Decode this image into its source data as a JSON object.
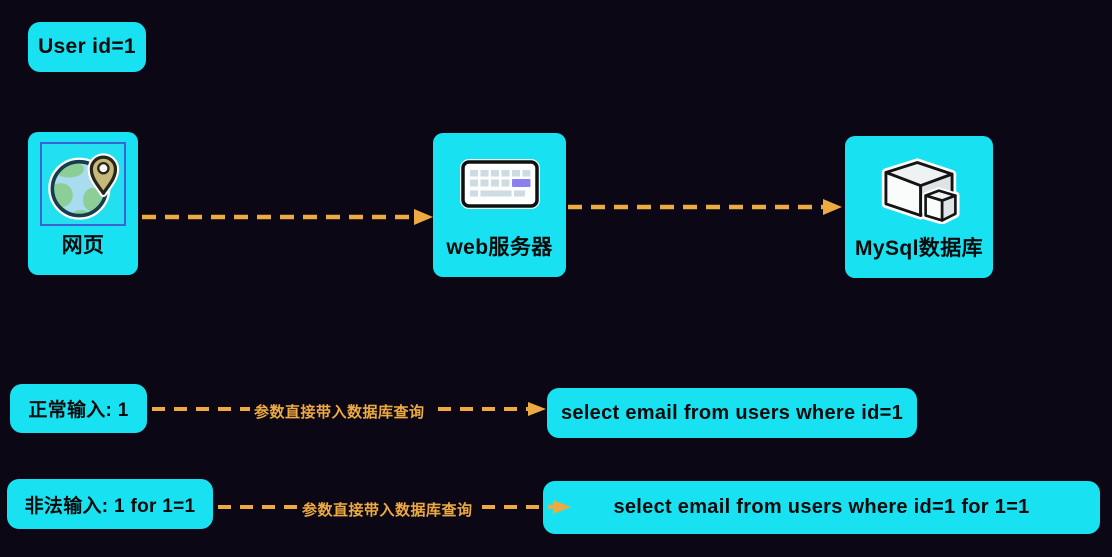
{
  "colors": {
    "background": "#0c0714",
    "accent_cyan": "#18e2f2",
    "arrow_orange": "#edaa42",
    "text_dark": "#0b0b0b",
    "icon_frame_blue": "#3c63d6",
    "keyboard_key_purple": "#8b80f0"
  },
  "user_input_badge": {
    "text": "User id=1"
  },
  "nodes": [
    {
      "id": "webpage",
      "label": "网页",
      "icon": "globe-pin-icon"
    },
    {
      "id": "web-server",
      "label": "web服务器",
      "icon": "keyboard-icon"
    },
    {
      "id": "mysql-db",
      "label": "MySql数据库",
      "icon": "database-cube-icon"
    }
  ],
  "flows": [
    {
      "from": "网页",
      "to": "web服务器",
      "style": "dashed-orange-arrow"
    },
    {
      "from": "web服务器",
      "to": "MySql数据库",
      "style": "dashed-orange-arrow"
    }
  ],
  "examples": [
    {
      "input": "正常输入: 1",
      "caption": "参数直接带入数据库查询",
      "query": "select email from users where id=1"
    },
    {
      "input": "非法输入: 1 for 1=1",
      "caption": "参数直接带入数据库查询",
      "query": "select email from users where id=1 for 1=1"
    }
  ]
}
